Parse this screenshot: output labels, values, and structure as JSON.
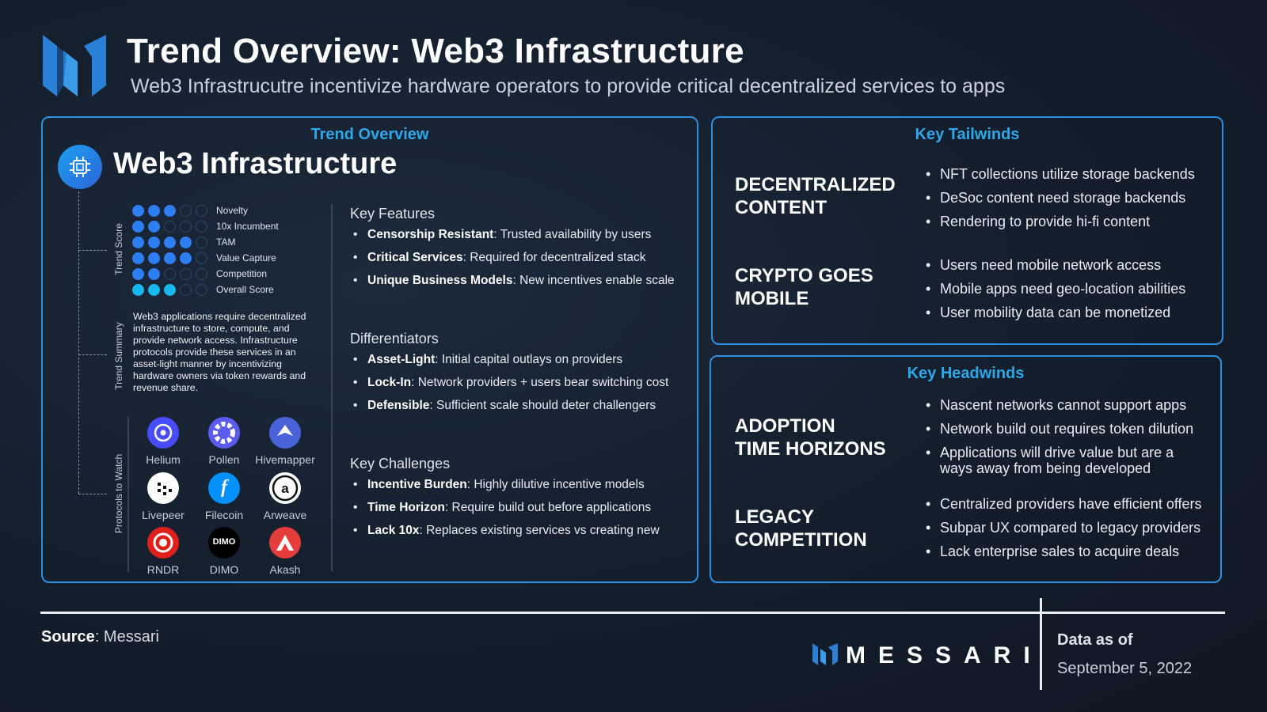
{
  "header": {
    "title": "Trend Overview: Web3 Infrastructure",
    "subtitle": "Web3 Infrastrucutre incentivize hardware operators to provide critical decentralized services to apps",
    "logo_icon": "messari-m-logo"
  },
  "overview": {
    "panel_title": "Trend Overview",
    "icon": "chip-icon",
    "heading": "Web3 Infrastructure",
    "side_labels": {
      "score": "Trend Score",
      "summary": "Trend Summary",
      "protocols": "Protocols to Watch"
    },
    "scores": [
      {
        "label": "Novelty",
        "filled": 3,
        "total": 5
      },
      {
        "label": "10x Incumbent",
        "filled": 2,
        "total": 5
      },
      {
        "label": "TAM",
        "filled": 4,
        "total": 5
      },
      {
        "label": "Value Capture",
        "filled": 4,
        "total": 5
      },
      {
        "label": "Competition",
        "filled": 2,
        "total": 5
      },
      {
        "label": "Overall Score",
        "filled": 3,
        "total": 5
      }
    ],
    "summary": "Web3 applications require decentralized infrastructure to store, compute, and provide network access. Infrastructure protocols provide these services in an asset-light manner by incentivizing hardware owners via token rewards and revenue share.",
    "protocols": [
      {
        "name": "Helium",
        "icon": "helium-icon",
        "color": "#474dff"
      },
      {
        "name": "Pollen",
        "icon": "pollen-icon",
        "color": "#5b5bf0"
      },
      {
        "name": "Hivemapper",
        "icon": "hivemapper-icon",
        "color": "#4a62d8"
      },
      {
        "name": "Livepeer",
        "icon": "livepeer-icon",
        "color": "#ffffff"
      },
      {
        "name": "Filecoin",
        "icon": "filecoin-icon",
        "color": "#0090ff"
      },
      {
        "name": "Arweave",
        "icon": "arweave-icon",
        "color": "#ffffff"
      },
      {
        "name": "RNDR",
        "icon": "rndr-icon",
        "color": "#e0201b"
      },
      {
        "name": "DIMO",
        "icon": "dimo-icon",
        "color": "#000000",
        "text": "DIMO"
      },
      {
        "name": "Akash",
        "icon": "akash-icon",
        "color": "#e53c3c"
      }
    ],
    "sections": [
      {
        "title": "Key Features",
        "items": [
          {
            "bold": "Censorship Resistant",
            "text": ": Trusted availability by users"
          },
          {
            "bold": "Critical Services",
            "text": ": Required for decentralized stack"
          },
          {
            "bold": "Unique Business Models",
            "text": ": New incentives enable scale"
          }
        ]
      },
      {
        "title": "Differentiators",
        "items": [
          {
            "bold": "Asset-Light",
            "text": ": Initial capital outlays on providers"
          },
          {
            "bold": "Lock-In",
            "text": ": Network providers + users bear switching cost"
          },
          {
            "bold": "Defensible",
            "text": ": Sufficient scale should deter challengers"
          }
        ]
      },
      {
        "title": "Key Challenges",
        "items": [
          {
            "bold": "Incentive Burden",
            "text": ": Highly dilutive incentive models"
          },
          {
            "bold": "Time Horizon",
            "text": ": Require build out before applications"
          },
          {
            "bold": "Lack 10x",
            "text": ": Replaces existing services vs creating new"
          }
        ]
      }
    ]
  },
  "tailwinds": {
    "panel_title": "Key Tailwinds",
    "groups": [
      {
        "category": [
          "DECENTRALIZED",
          "CONTENT"
        ],
        "items": [
          "NFT collections utilize storage backends",
          "DeSoc content need storage backends",
          "Rendering to provide hi-fi content"
        ]
      },
      {
        "category": [
          "CRYPTO GOES",
          "MOBILE"
        ],
        "items": [
          "Users need mobile network access",
          "Mobile apps need geo-location abilities",
          "User mobility data can be monetized"
        ]
      }
    ]
  },
  "headwinds": {
    "panel_title": "Key Headwinds",
    "groups": [
      {
        "category": [
          "ADOPTION",
          "TIME HORIZONS"
        ],
        "items": [
          "Nascent networks cannot support apps",
          "Network build out requires token dilution",
          "Applications will drive value but are a",
          "ways away from being developed"
        ]
      },
      {
        "category": [
          "LEGACY",
          "COMPETITION"
        ],
        "items": [
          "Centralized providers have efficient offers",
          "Subpar UX compared to legacy providers",
          "Lack enterprise sales to acquire deals"
        ]
      }
    ]
  },
  "footer": {
    "source_label": "Source",
    "source_value": ": Messari",
    "brand": "MESSARI",
    "data_as_of_label": "Data as of",
    "date": "September 5, 2022"
  },
  "colors": {
    "accent": "#2ea8e8",
    "border": "#2d8fe0",
    "dot_on": "#2c7ef2",
    "dot_overall": "#19b7ef"
  }
}
